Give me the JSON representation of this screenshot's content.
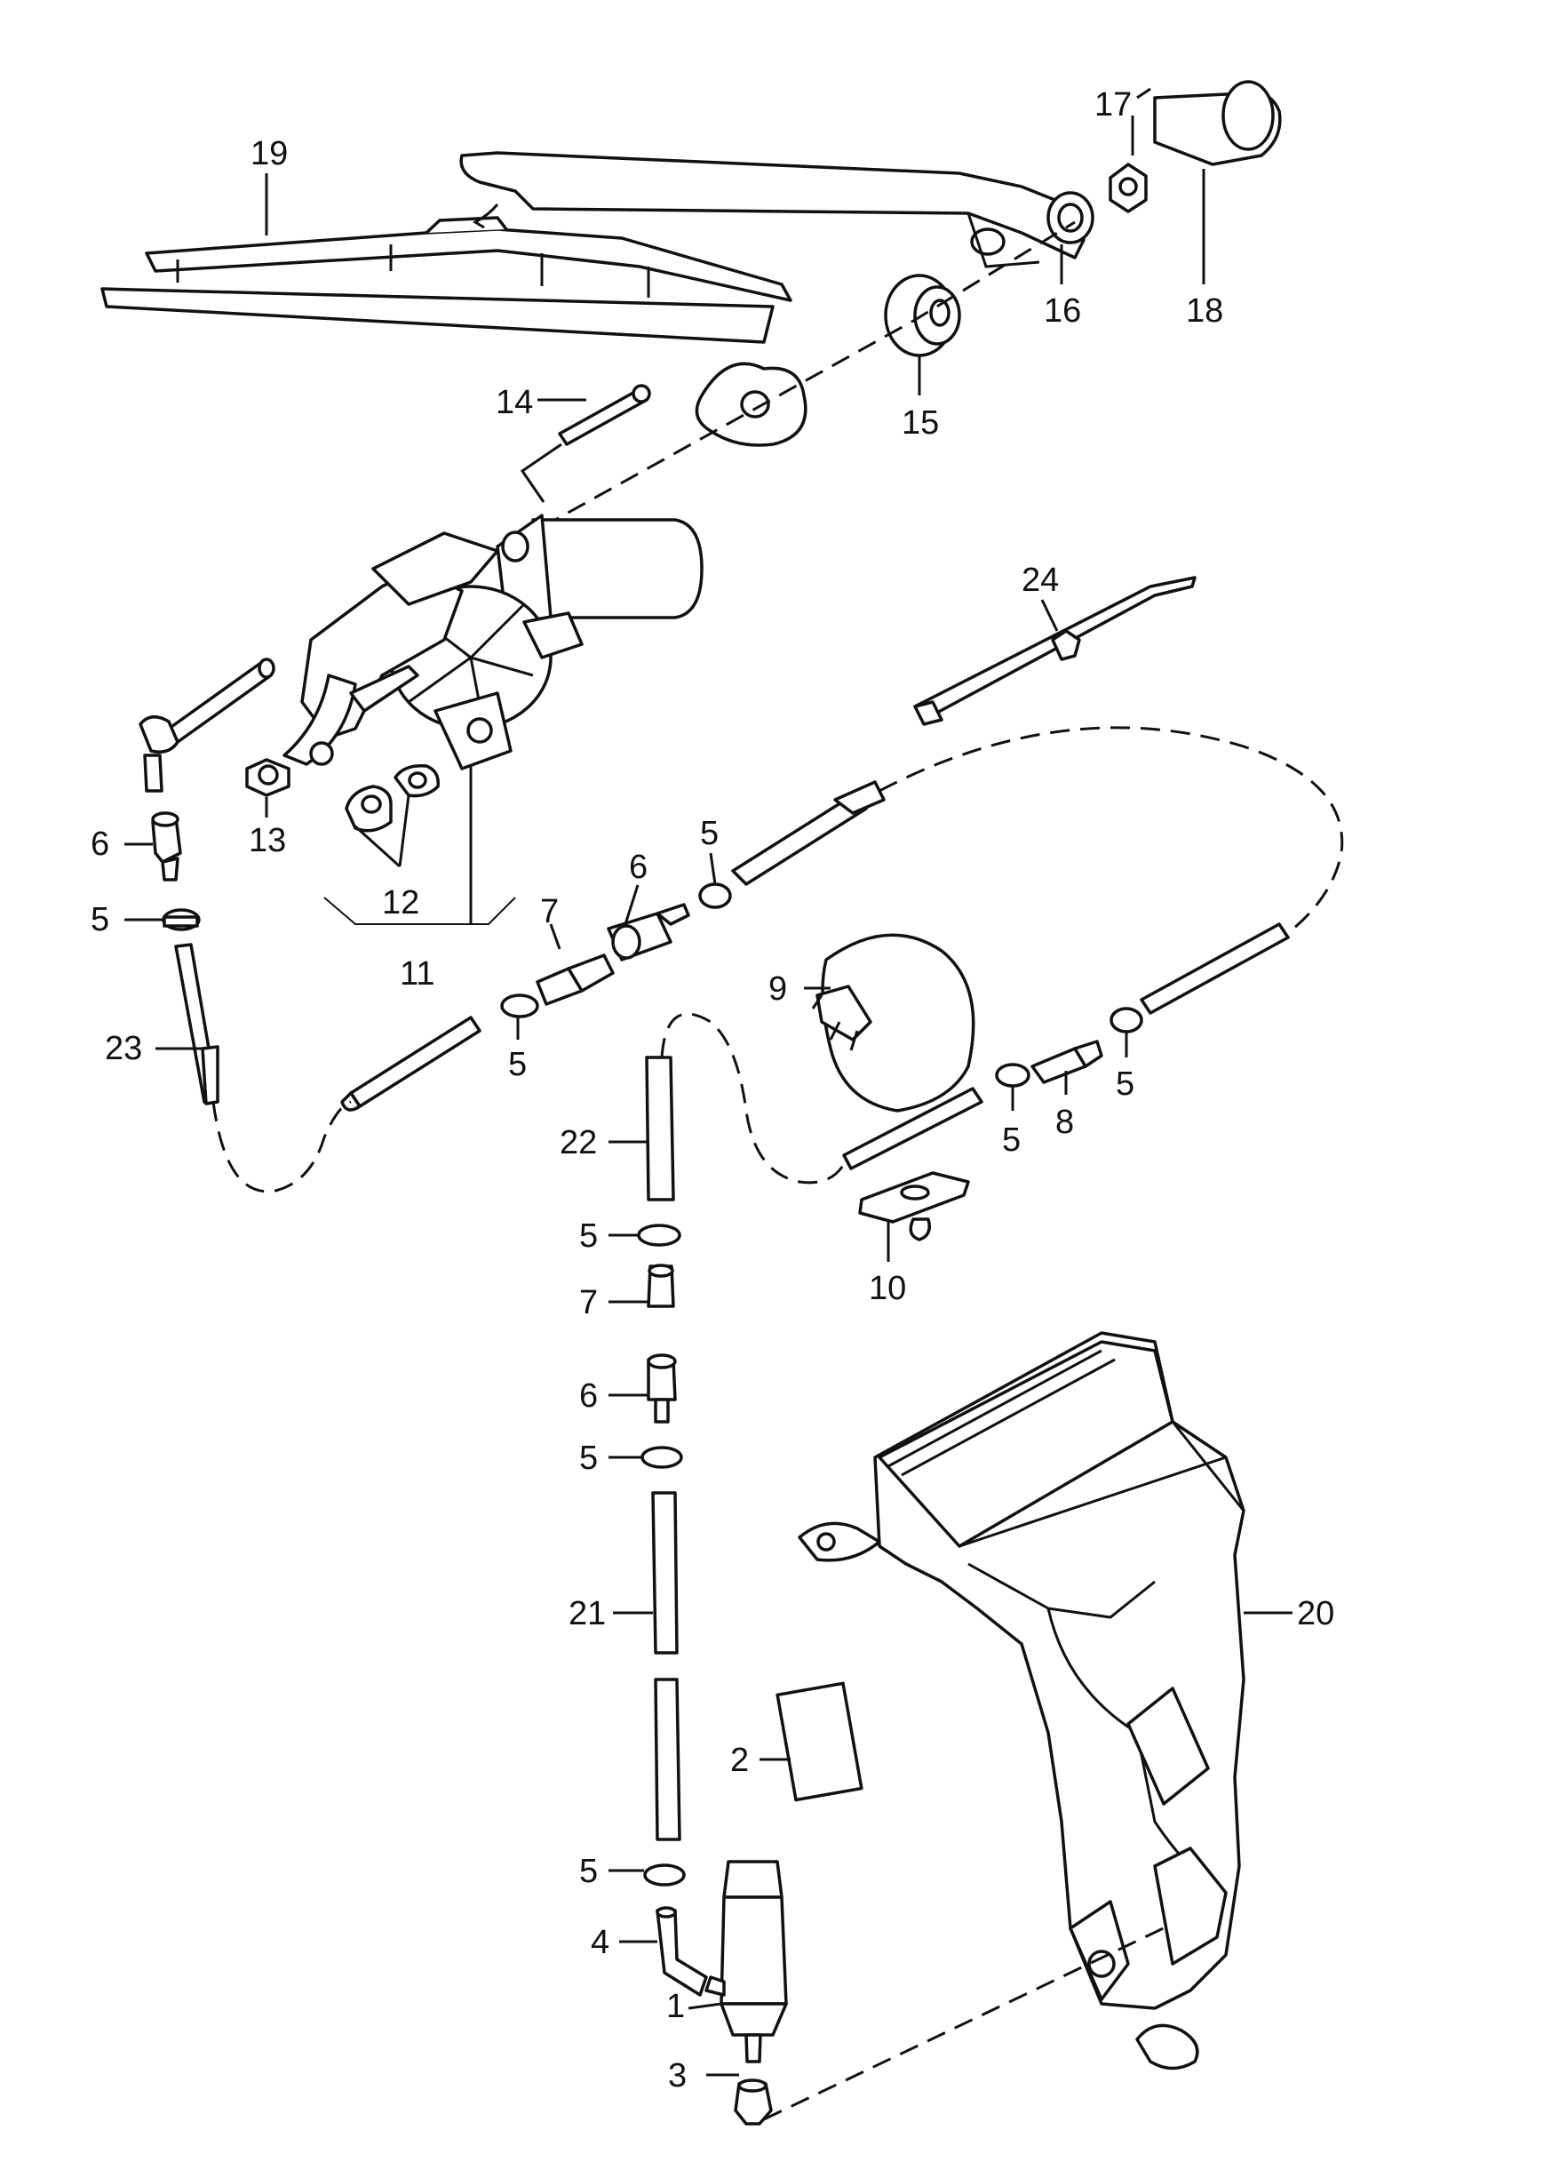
{
  "callouts": {
    "c1": "1",
    "c2": "2",
    "c3": "3",
    "c4": "4",
    "c5a": "5",
    "c5b": "5",
    "c5c": "5",
    "c5d": "5",
    "c5e": "5",
    "c5f": "5",
    "c5g": "5",
    "c5h": "5",
    "c6a": "6",
    "c6b": "6",
    "c6c": "6",
    "c7a": "7",
    "c7b": "7",
    "c8": "8",
    "c9": "9",
    "c10": "10",
    "c11": "11",
    "c12": "12",
    "c13": "13",
    "c14": "14",
    "c15": "15",
    "c16": "16",
    "c17": "17",
    "c18": "18",
    "c19": "19",
    "c20": "20",
    "c21": "21",
    "c22": "22",
    "c23": "23",
    "c24": "24"
  }
}
